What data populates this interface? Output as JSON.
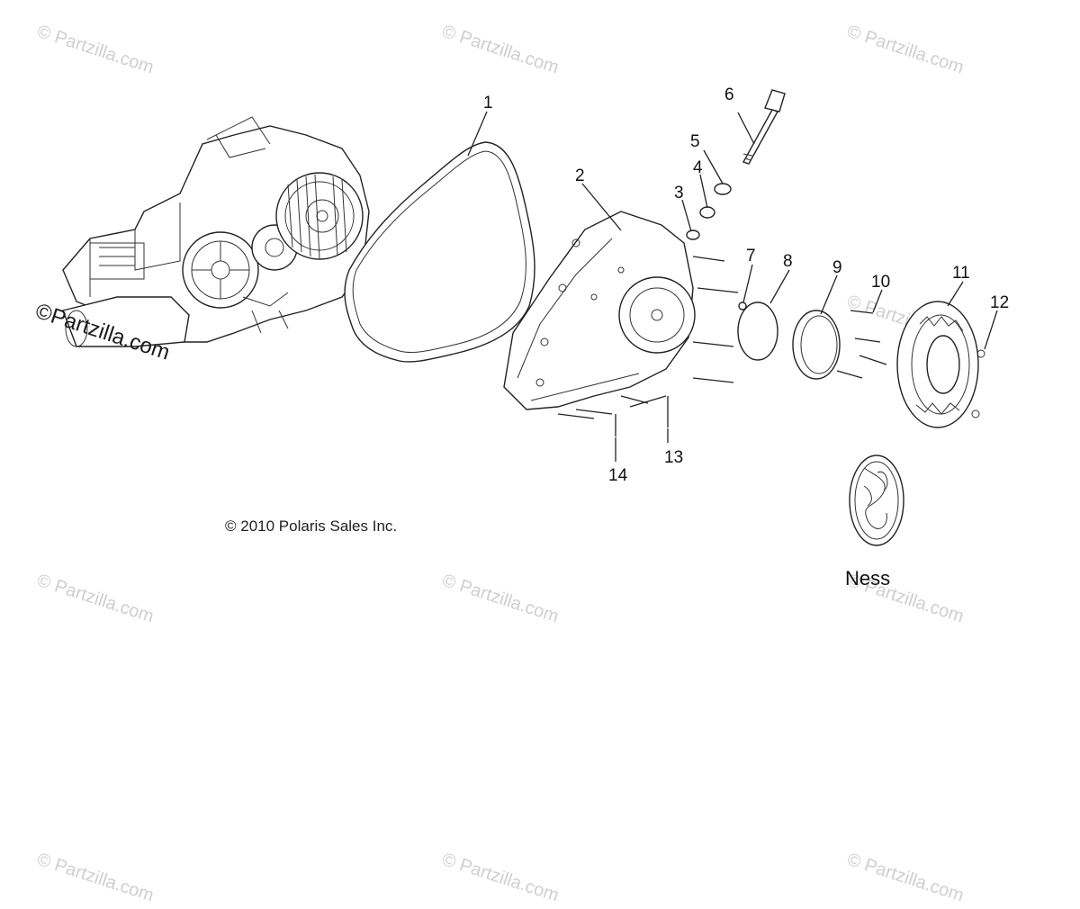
{
  "diagram": {
    "callouts": [
      "1",
      "2",
      "3",
      "4",
      "5",
      "6",
      "7",
      "8",
      "9",
      "10",
      "11",
      "12",
      "13",
      "14"
    ],
    "copyright": "© 2010 Polaris Sales Inc.",
    "variant_label": "Ness",
    "watermark_text": "Partzilla.com",
    "watermark_mark": "©",
    "parts": [
      "engine-assembly",
      "gasket",
      "outer-cover",
      "plug",
      "o-ring",
      "seal",
      "shaft",
      "washer",
      "round-gasket",
      "cap-ring",
      "screws",
      "derby-cover",
      "bolts",
      "ness-insert"
    ]
  }
}
